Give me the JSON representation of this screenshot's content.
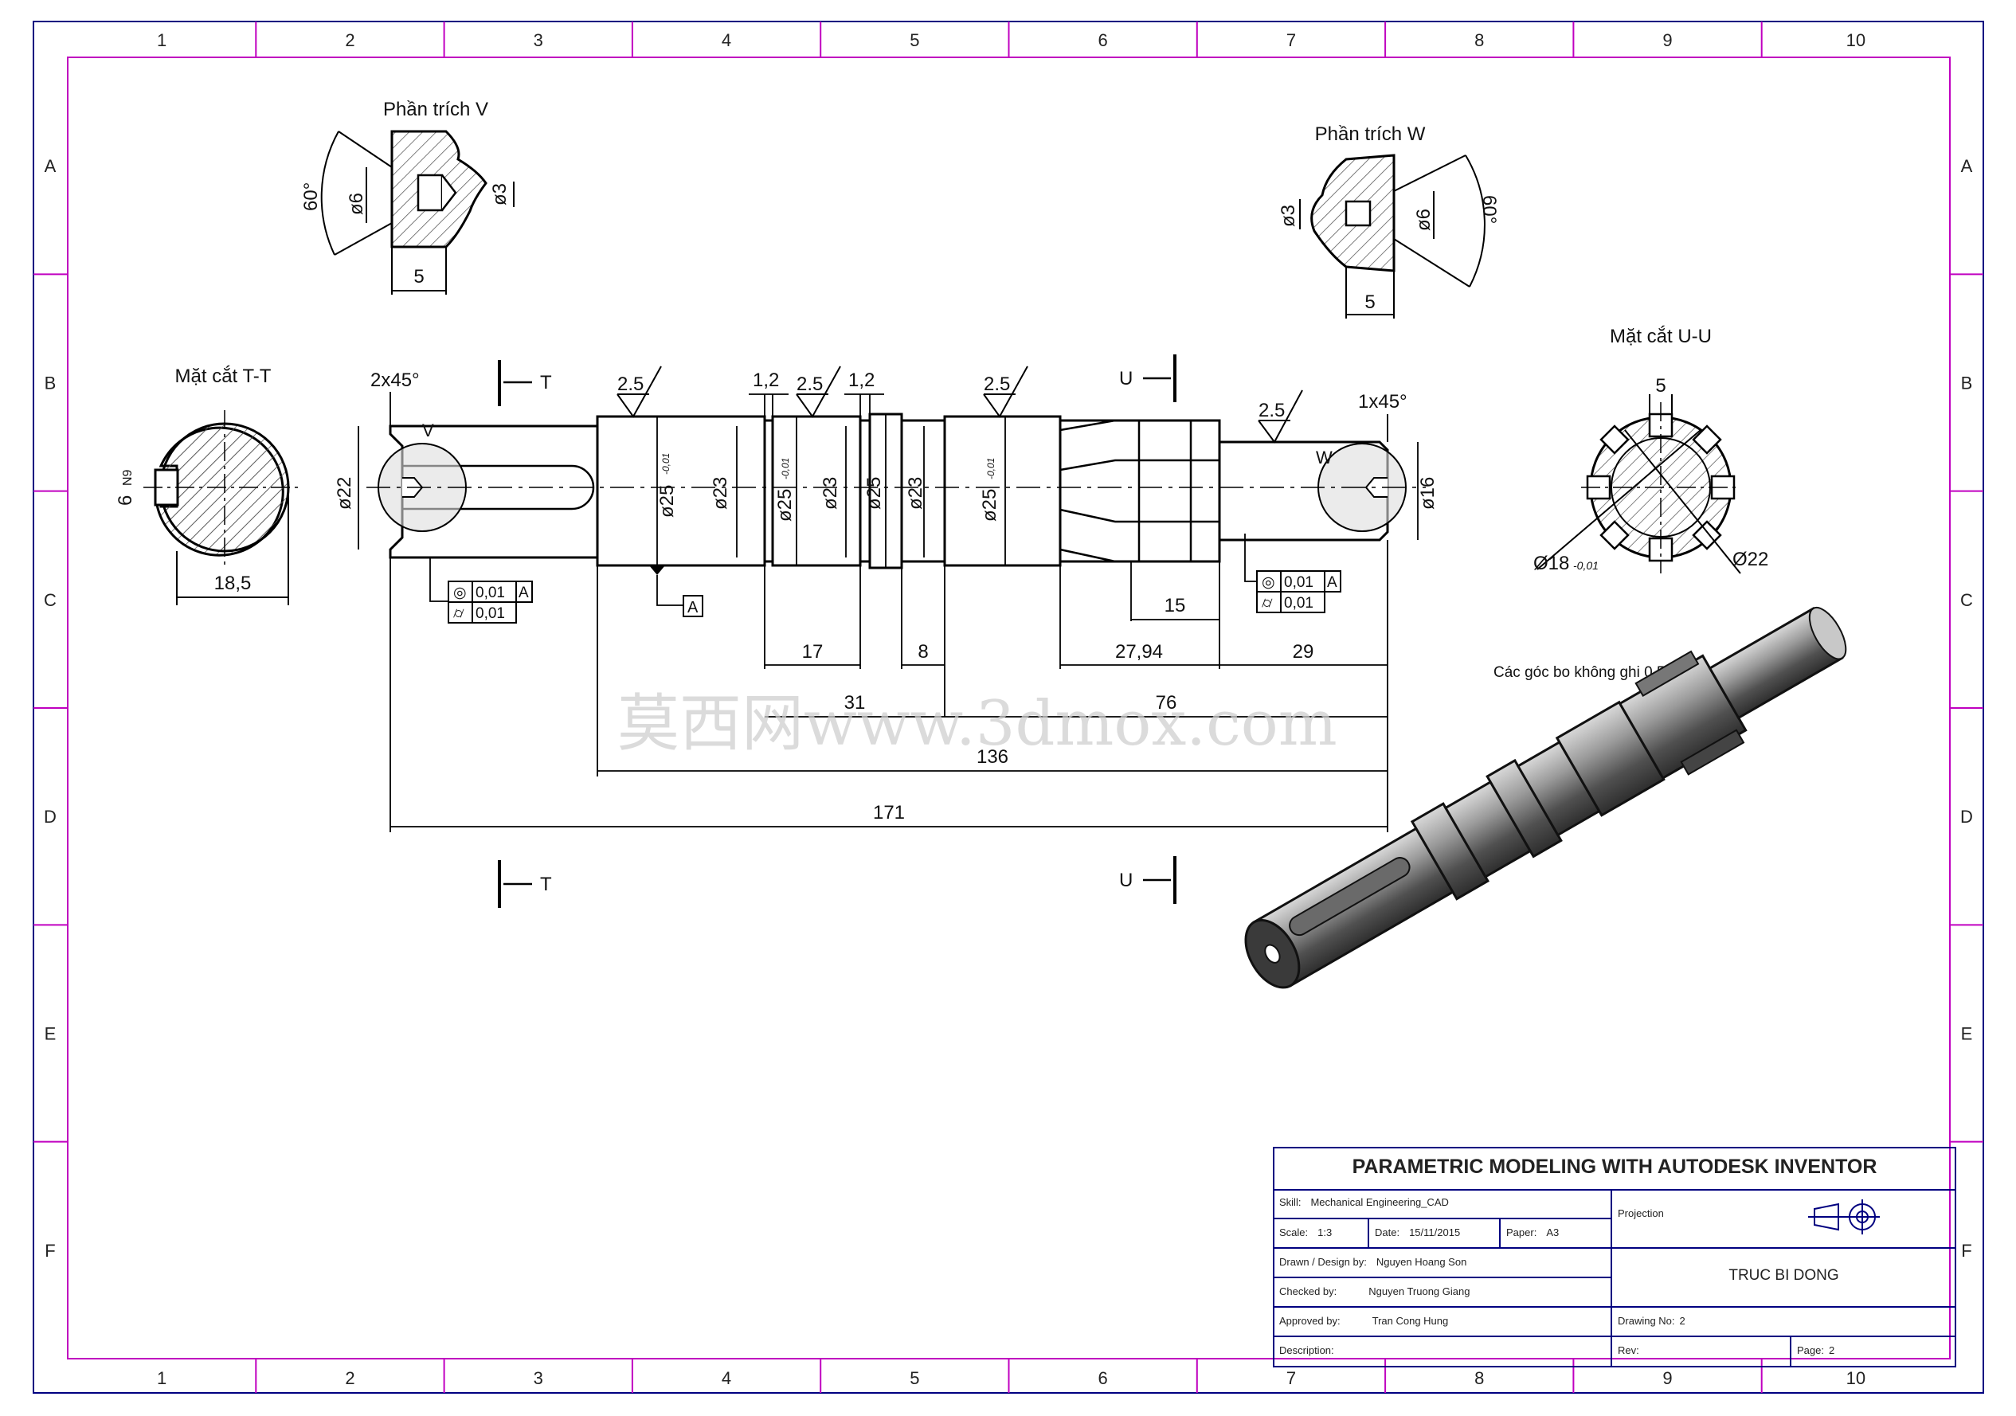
{
  "frame": {
    "columns": [
      "1",
      "2",
      "3",
      "4",
      "5",
      "6",
      "7",
      "8",
      "9",
      "10"
    ],
    "rows": [
      "A",
      "B",
      "C",
      "D",
      "E",
      "F"
    ],
    "colors": {
      "border": "#000080",
      "inner": "#c000c0",
      "ink": "#000000",
      "hatch": "#444444"
    }
  },
  "views": {
    "detail_v": {
      "title": "Phần trích V",
      "angle": "60°",
      "dia_outer": "ø6",
      "dia_inner": "ø3",
      "depth": "5"
    },
    "detail_w": {
      "title": "Phần trích W",
      "angle": "60°",
      "dia_outer": "ø6",
      "dia_inner": "ø3",
      "depth": "5"
    },
    "section_t": {
      "title": "Mặt cắt T-T",
      "keyway": "6",
      "keyway_fit": "N9",
      "depth": "18,5"
    },
    "section_u": {
      "title": "Mặt cắt U-U",
      "spline_width": "5",
      "inner_dia": "Ø18",
      "inner_tol": "-0,01",
      "outer_dia": "Ø22"
    }
  },
  "main_view": {
    "chamfer_left": "2x45°",
    "chamfer_right": "1x45°",
    "section_t_label": "T",
    "section_u_label": "U",
    "detail_v_label": "V",
    "detail_w_label": "W",
    "roughness": "2.5",
    "groove": "1,2",
    "dia_22": "ø22",
    "dia_25": "ø25",
    "dia_25_tol": "-0,01",
    "dia_23": "ø23",
    "dia_16": "ø16",
    "datum": "A",
    "gdt_concentricity_sym": "◎",
    "gdt_runout_sym": "⌭",
    "gdt_value": "0,01",
    "gdt_datum": "A",
    "dims": {
      "d15": "15",
      "d17": "17",
      "d8": "8",
      "d2794": "27,94",
      "d29": "29",
      "d31": "31",
      "d76": "76",
      "d136": "136",
      "d171": "171"
    }
  },
  "note": "Các góc bo không ghi 0.5x45°",
  "watermark": "莫西网www.3dmox.com",
  "title_block": {
    "title": "PARAMETRIC MODELING WITH AUTODESK INVENTOR",
    "skill_label": "Skill:",
    "skill": "Mechanical Engineering_CAD",
    "scale_label": "Scale:",
    "scale": "1:3",
    "date_label": "Date:",
    "date": "15/11/2015",
    "paper_label": "Paper:",
    "paper": "A3",
    "drawn_label": "Drawn / Design by:",
    "drawn": "Nguyen Hoang Son",
    "checked_label": "Checked by:",
    "checked": "Nguyen Truong Giang",
    "approved_label": "Approved by:",
    "approved": "Tran Cong Hung",
    "description_label": "Description:",
    "projection_label": "Projection",
    "part_name": "TRUC BI DONG",
    "drawing_no_label": "Drawing No:",
    "drawing_no": "2",
    "rev_label": "Rev:",
    "page_label": "Page:",
    "page": "2"
  }
}
